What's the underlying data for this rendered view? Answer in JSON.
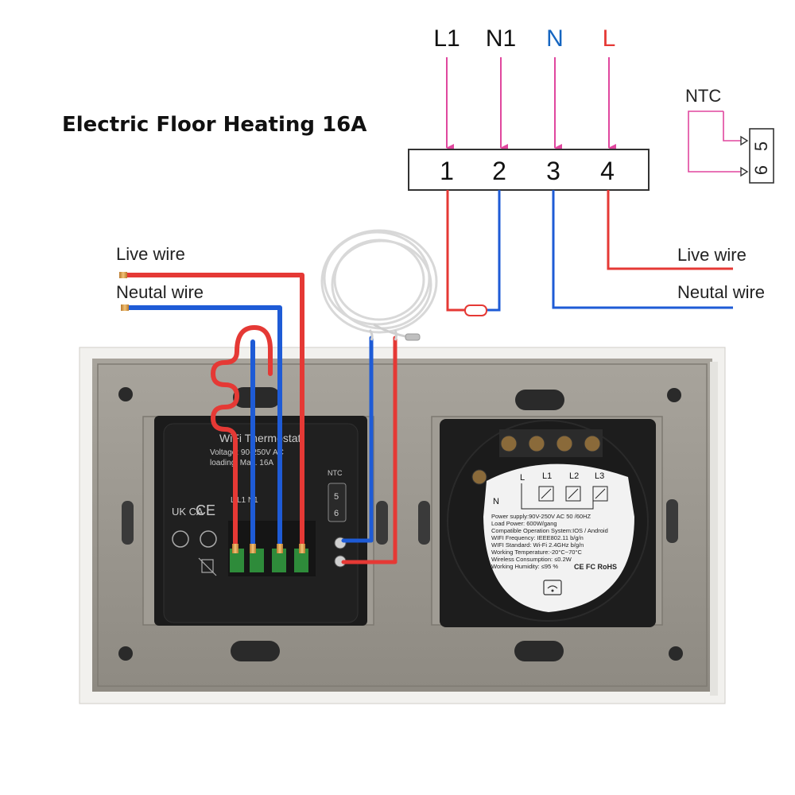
{
  "title": "Electric Floor Heating 16A",
  "terminal_labels": [
    {
      "text": "L1",
      "color": "#111111"
    },
    {
      "text": "N1",
      "color": "#111111"
    },
    {
      "text": "N",
      "color": "#1565c0"
    },
    {
      "text": "L",
      "color": "#e53935"
    }
  ],
  "terminal_numbers": [
    "1",
    "2",
    "3",
    "4"
  ],
  "ntc": {
    "label": "NTC",
    "pins": [
      "5",
      "6"
    ]
  },
  "left_labels": {
    "live": "Live wire",
    "neutral": "Neutal wire"
  },
  "right_labels": {
    "live": "Live wire",
    "neutral": "Neutal wire"
  },
  "module_left": {
    "brand_text": "WiFi Thermostat",
    "voltage_text": "Voltage: 90-250V AC",
    "load_text": "loading: Max. 16A",
    "ntc_label": "NTC",
    "ntc_pins": [
      "5",
      "6"
    ],
    "marks": [
      "UK CA",
      "CE"
    ],
    "terminal_text": "L  L1  N1"
  },
  "module_right": {
    "labels": [
      "L",
      "L1",
      "L2",
      "L3",
      "N"
    ],
    "specs": [
      "Power supply:90V-250V AC  50 /60HZ",
      "Load Power: 600W/gang",
      "Compatible Operation System:IOS / Android",
      "WIFI Frequency: IEEE802.11 b/g/n",
      "WIFI Standard: Wi-Fi 2.4GHz b/g/n",
      "Working Temperature:-20°C~70°C",
      "Wireless Consumption: ≤0.2W",
      "Working Humidity: ≤95 %"
    ],
    "marks": "CE FC RoHS"
  },
  "colors": {
    "live": "#e53935",
    "neutral": "#1e5bd6",
    "pink": "#e0479e",
    "frame": "#9c9890",
    "module": "#1b1b1b"
  }
}
